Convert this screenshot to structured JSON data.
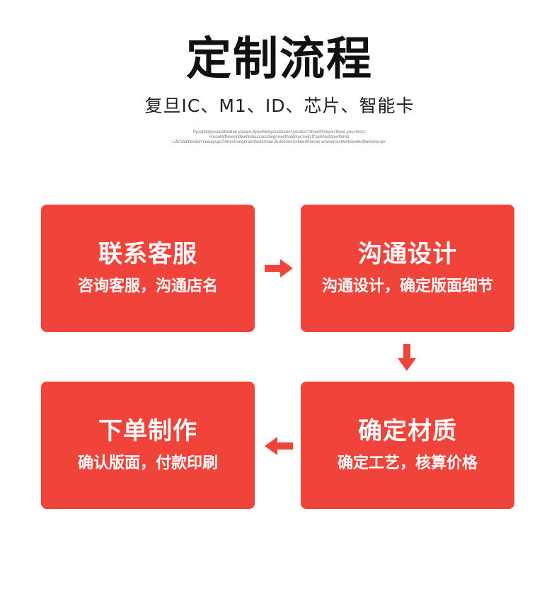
{
  "header": {
    "title": "定制流程",
    "subtitle": "复旦IC、M1、ID、芯片、智能卡",
    "tagline": [
      "Ifyouthinkyouarebeaten,youare;ifyouthinkyoudarenot,youdon't;Ifyouthinkyou'lllose,you'relost;",
      "Foroutoftheworldwefindsuccessbeginswithafellow'swill;It'sallinastateofmind.",
      "Life'sbattlesdon'talwaysgoTothestrongerandfasterman,Butsoonerorlatertheman whowinsisthemanwhothinkshecan."
    ]
  },
  "steps": [
    {
      "title": "联系客服",
      "desc": "咨询客服，沟通店名"
    },
    {
      "title": "沟通设计",
      "desc": "沟通设计，确定版面细节"
    },
    {
      "title": "确定材质",
      "desc": "确定工艺，核算价格"
    },
    {
      "title": "下单制作",
      "desc": "确认版面，付款印刷"
    }
  ],
  "colors": {
    "card": "#f0443a",
    "arrow": "#f0443a",
    "title": "#111111"
  },
  "icons": {
    "arrow_1": "arrow-right-icon",
    "arrow_2": "arrow-down-icon",
    "arrow_3": "arrow-left-icon"
  }
}
